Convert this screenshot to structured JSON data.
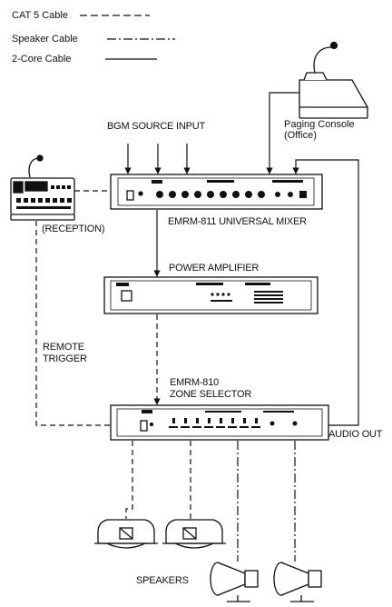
{
  "legend": {
    "items": [
      {
        "label": "CAT 5 Cable",
        "style": "dashed"
      },
      {
        "label": "Speaker Cable",
        "style": "dash-dot"
      },
      {
        "label": "2-Core Cable",
        "style": "solid"
      }
    ]
  },
  "labels": {
    "bgm_source_input": "BGM SOURCE INPUT",
    "paging_console_line1": "Paging Console",
    "paging_console_line2": "(Office)",
    "reception": "(RECEPTION)",
    "universal_mixer": "EMRM-811 UNIVERSAL MIXER",
    "power_amplifier": "POWER AMPLIFIER",
    "remote_trigger_line1": "REMOTE",
    "remote_trigger_line2": "TRIGGER",
    "zone_selector_line1": "EMRM-810",
    "zone_selector_line2": "ZONE SELECTOR",
    "audio_out": "AUDIO OUT",
    "speakers": "SPEAKERS"
  }
}
